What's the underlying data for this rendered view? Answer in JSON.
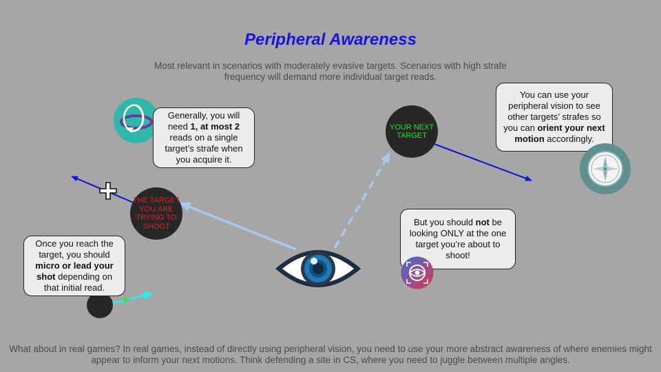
{
  "slide": {
    "title": "Peripheral Awareness",
    "subtitle": "Most relevant in scenarios with moderately evasive targets. Scenarios with high strafe frequency will demand more individual target reads.",
    "footer": "What about in real games? In real games, instead of directly using peripheral vision, you need to use your more abstract awareness of where enemies might appear to inform your next motions. Think defending a site in CS, where you need to juggle between multiple angles."
  },
  "bubbles": {
    "reads": {
      "pre": "Generally, you will need ",
      "bold": "1, at most 2",
      "post": " reads on a single target’s strafe when you acquire it."
    },
    "orient": {
      "pre": "You can use your peripheral vision to see other targets’ strafes so you can ",
      "bold": "orient your next motion",
      "post": " accordingly."
    },
    "micro": {
      "pre": "Once you reach the target, you should ",
      "bold": "micro or lead your shot",
      "post": " depending on that initial read."
    },
    "not_only": {
      "pre": "But you should ",
      "bold": "not",
      "post": " be looking ONLY at the one target you’re about to shoot!"
    }
  },
  "targets": {
    "current": {
      "label": "THE TARGET YOU ARE TRYING TO SHOOT",
      "color": "#e02020"
    },
    "next": {
      "label": "YOUR NEXT TARGET",
      "color": "#22e022"
    }
  },
  "icons": {
    "strafe": "strafe-rotation-icon",
    "compass": "compass-icon",
    "focus": "focus-target-icon",
    "eye": "eye-icon",
    "crosshair": "crosshair-icon"
  },
  "colors": {
    "background": "#a6a6a6",
    "title": "#1a12e0",
    "arrow_blue": "#1010d8",
    "arrow_light": "#a8c8ee",
    "arrow_cyan": "#20f0f0",
    "teal": "#2fb8aa",
    "compass_bg": "#5f8f8f"
  }
}
